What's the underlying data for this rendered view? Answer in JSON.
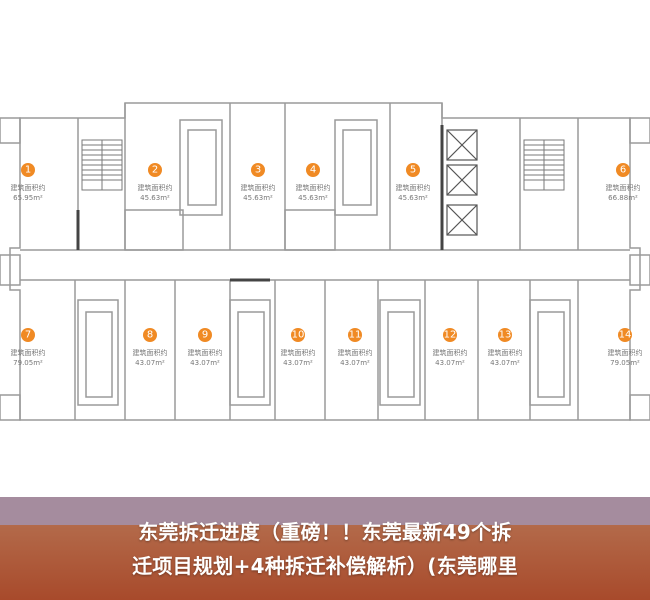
{
  "floor_plan": {
    "area_label": "建筑面积约",
    "accent_color": "#f08a24",
    "units": [
      {
        "number": "1",
        "area": "65.95m²"
      },
      {
        "number": "2",
        "area": "45.63m²"
      },
      {
        "number": "3",
        "area": "45.63m²"
      },
      {
        "number": "4",
        "area": "45.63m²"
      },
      {
        "number": "5",
        "area": "45.63m²"
      },
      {
        "number": "6",
        "area": "66.88m²"
      },
      {
        "number": "7",
        "area": "79.05m²"
      },
      {
        "number": "8",
        "area": "43.07m²"
      },
      {
        "number": "9",
        "area": "43.07m²"
      },
      {
        "number": "10",
        "area": "43.07m²"
      },
      {
        "number": "11",
        "area": "43.07m²"
      },
      {
        "number": "12",
        "area": "43.07m²"
      },
      {
        "number": "13",
        "area": "43.07m²"
      },
      {
        "number": "14",
        "area": "79.05m²"
      }
    ]
  },
  "banner": {
    "line1": "东莞拆迁进度（重磅！！东莞最新49个拆",
    "line2": "迁项目规划+4种拆迁补偿解析）(东莞哪里",
    "colors": {
      "top": "#a58c9e",
      "bottom": "#a84a2b"
    }
  }
}
